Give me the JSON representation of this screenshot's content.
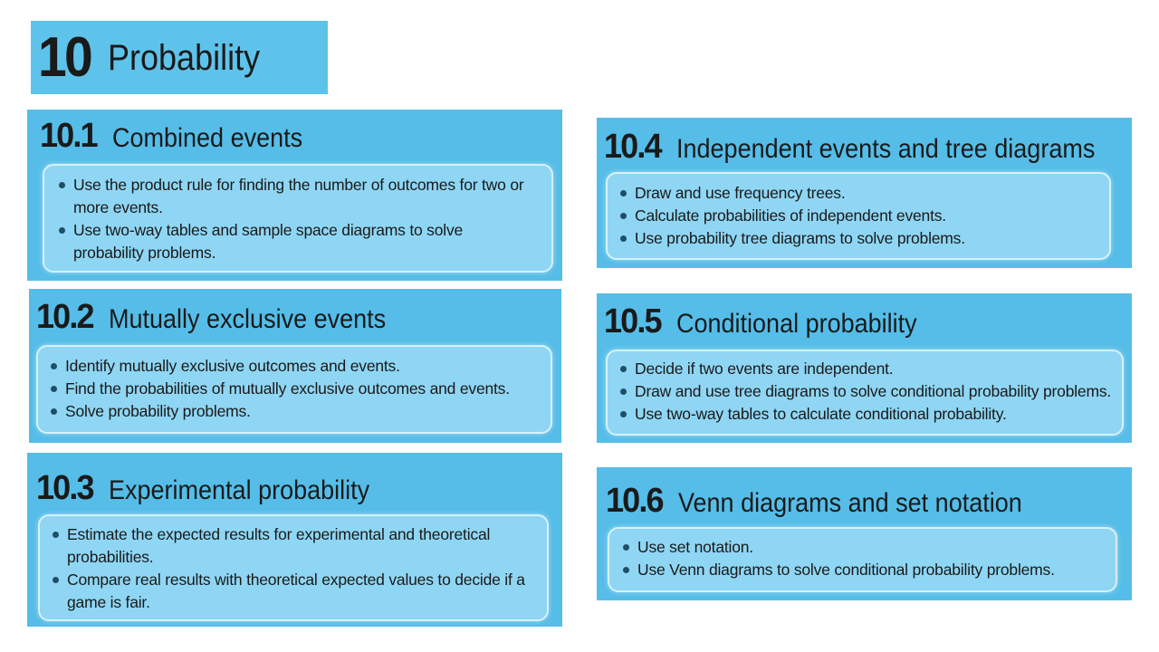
{
  "chapter": {
    "number": "10",
    "title": "Probability"
  },
  "sections": [
    {
      "number": "10.1",
      "title": "Combined events",
      "objectives": [
        "Use the product rule for finding the number of outcomes for two or more events.",
        "Use two-way tables and sample space diagrams to solve probability problems."
      ]
    },
    {
      "number": "10.2",
      "title": "Mutually exclusive events",
      "objectives": [
        "Identify mutually exclusive outcomes and events.",
        "Find the probabilities of mutually exclusive outcomes and events.",
        "Solve probability problems."
      ]
    },
    {
      "number": "10.3",
      "title": "Experimental probability",
      "objectives": [
        "Estimate the expected results for experimental and theoretical probabilities.",
        "Compare real results with theoretical expected values to decide if a game is fair."
      ]
    },
    {
      "number": "10.4",
      "title": "Independent events and tree diagrams",
      "objectives": [
        "Draw and use frequency trees.",
        "Calculate probabilities of independent events.",
        "Use probability tree diagrams to solve problems."
      ]
    },
    {
      "number": "10.5",
      "title": "Conditional probability",
      "objectives": [
        "Decide if two events are independent.",
        "Draw and use tree diagrams to solve conditional probability problems.",
        "Use two-way tables to calculate conditional probability."
      ]
    },
    {
      "number": "10.6",
      "title": "Venn diagrams and set notation",
      "objectives": [
        "Use set notation.",
        "Use Venn diagrams to solve conditional probability problems."
      ]
    }
  ],
  "colors": {
    "card": "#55bde8",
    "inner": "#8fd6f4",
    "inner_border": "#d6f1fc",
    "bullet": "#1e4f66"
  }
}
